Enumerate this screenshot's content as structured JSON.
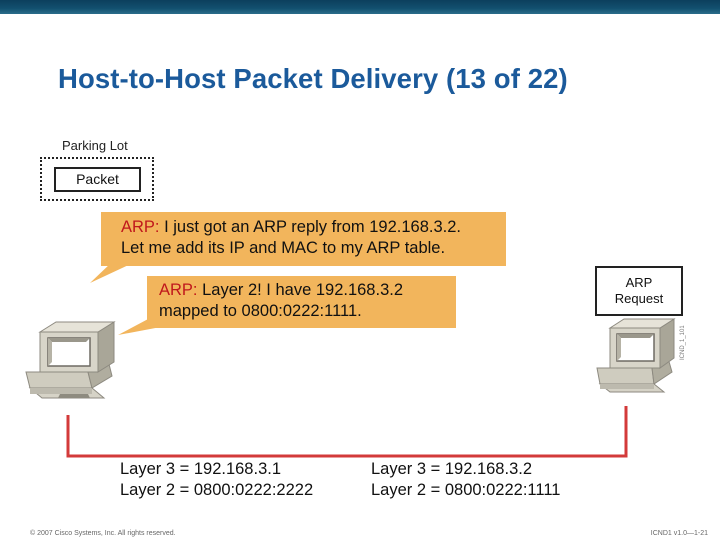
{
  "title": "Host-to-Host Packet Delivery (13 of 22)",
  "parking_lot": {
    "label": "Parking Lot",
    "packet": "Packet"
  },
  "arp_request": {
    "line1": "ARP",
    "line2": "Request"
  },
  "bubble_top": {
    "keyword": "ARP:",
    "line1_rest": " I just got an ARP reply from 192.168.3.2.",
    "line2": "Let me add its IP and MAC to my ARP table."
  },
  "bubble_bottom": {
    "keyword": "ARP:",
    "line1_rest": " Layer 2! I have 192.168.3.2",
    "line2": "mapped to 0800:0222:1111."
  },
  "host_left": {
    "layer3": "Layer 3 = 192.168.3.1",
    "layer2": "Layer 2 = 0800:0222:2222"
  },
  "host_right": {
    "layer3": "Layer 3 = 192.168.3.2",
    "layer2": "Layer 2 = 0800:0222:1111"
  },
  "side_tag": "ICND_1_101",
  "footer": {
    "copyright": "© 2007 Cisco Systems, Inc. All rights reserved.",
    "course": "ICND1 v1.0—1-21"
  },
  "colors": {
    "title": "#1b5a9b",
    "bubble": "#f2b55c",
    "keyword": "#c0181c",
    "link": "#d33a3a"
  }
}
